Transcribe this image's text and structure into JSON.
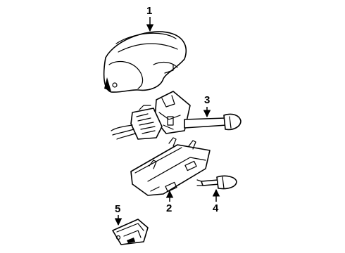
{
  "diagram": {
    "callouts": [
      {
        "id": "1",
        "part": "steering-column-shroud"
      },
      {
        "id": "2",
        "part": "lower-column-cover"
      },
      {
        "id": "3",
        "part": "multifunction-switch"
      },
      {
        "id": "4",
        "part": "tilt-lever"
      },
      {
        "id": "5",
        "part": "switch-bracket"
      }
    ]
  }
}
